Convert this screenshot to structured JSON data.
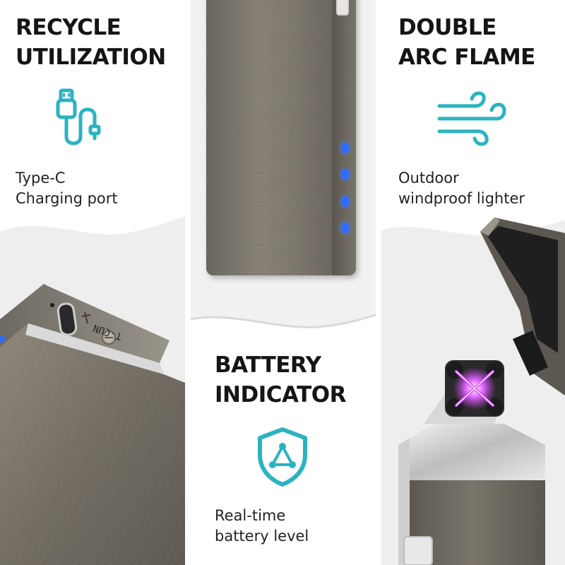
{
  "left_panel": {
    "headline_line1": "RECYCLE",
    "headline_line2": "UTILIZATION",
    "icon": "usb-c-cable-icon",
    "caption_line1": "Type-C",
    "caption_line2": "Charging port",
    "engraving": "T-CUN"
  },
  "middle_panel": {
    "headline_line1": "BATTERY",
    "headline_line2": "INDICATOR",
    "icon": "shield-triangle-icon",
    "caption_line1": "Real-time",
    "caption_line2": "battery level",
    "battery_leds_lit": 4,
    "battery_leds_total": 4
  },
  "right_panel": {
    "headline_line1": "DOUBLE",
    "headline_line2": "ARC FLAME",
    "icon": "wind-icon",
    "caption_line1": "Outdoor",
    "caption_line2": "windproof lighter"
  },
  "colors": {
    "accent_teal": "#2bb3c0",
    "led_blue": "#2f6bff",
    "arc_purple": "#d23cff",
    "headline": "#151515"
  }
}
